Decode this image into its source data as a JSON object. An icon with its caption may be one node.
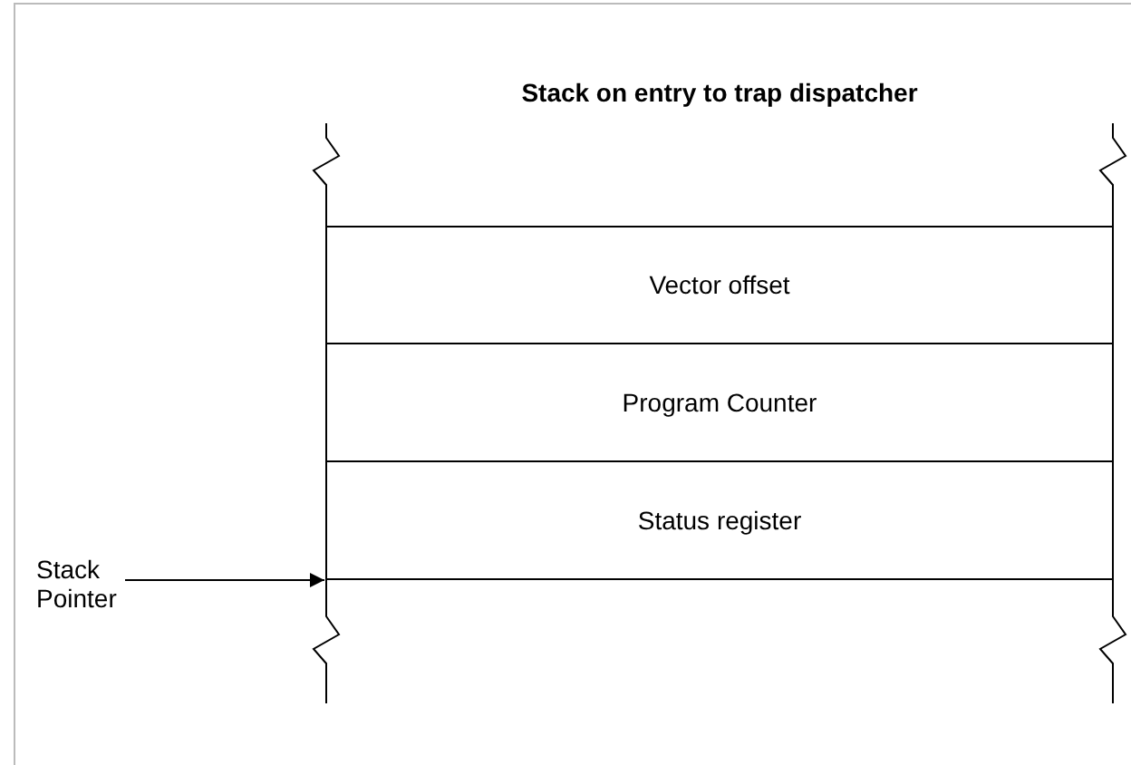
{
  "diagram": {
    "title": "Stack on entry to trap dispatcher",
    "nodes": [
      {
        "text": [
          "Vector offset"
        ]
      },
      {
        "text": [
          "Program Counter"
        ]
      },
      {
        "text": [
          "Status register"
        ]
      },
      {
        "text": [
          "Stack Pointer"
        ]
      }
    ],
    "edges": [
      {
        "from": 3,
        "to": 2,
        "arrow": "to"
      }
    ]
  }
}
